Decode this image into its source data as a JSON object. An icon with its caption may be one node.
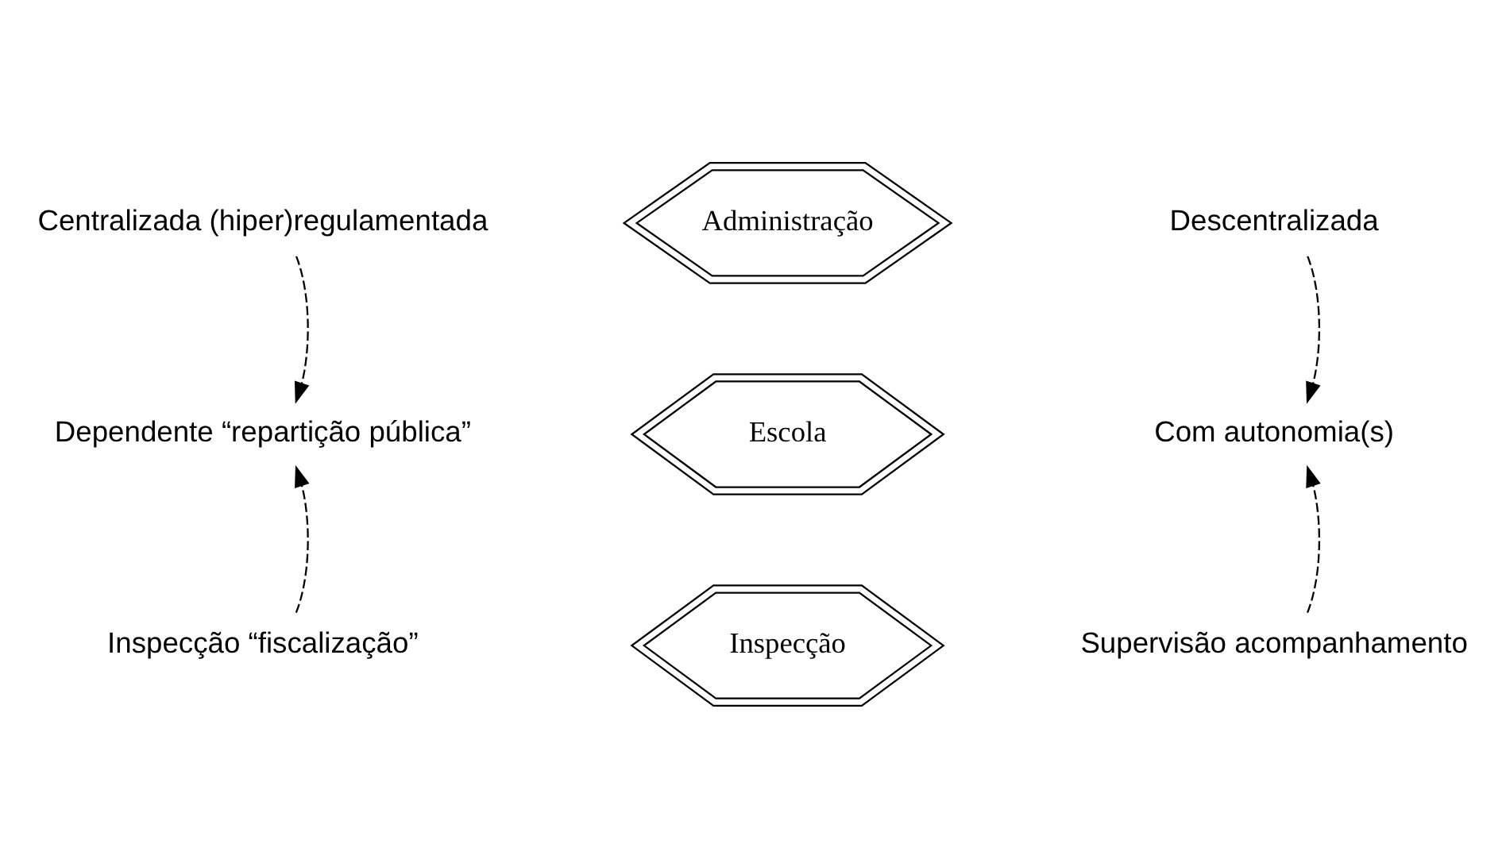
{
  "diagram": {
    "nodes": [
      {
        "text": [
          "Centralizada (hiper)regulamentada"
        ]
      },
      {
        "text": [
          "Administração"
        ]
      },
      {
        "text": [
          "Descentralizada"
        ]
      },
      {
        "text": [
          "Dependente “repartição pública”"
        ]
      },
      {
        "text": [
          "Escola"
        ]
      },
      {
        "text": [
          "Com autonomia(s)"
        ]
      },
      {
        "text": [
          "Inspecção “fiscalização”"
        ]
      },
      {
        "text": [
          "Inspecção"
        ]
      },
      {
        "text": [
          "Supervisão acompanhamento"
        ]
      }
    ],
    "edges": [
      {
        "from": 0,
        "to": 3,
        "arrow": "to",
        "style": "dashed"
      },
      {
        "from": 6,
        "to": 3,
        "arrow": "to",
        "style": "dashed"
      },
      {
        "from": 2,
        "to": 5,
        "arrow": "to",
        "style": "dashed"
      },
      {
        "from": 8,
        "to": 5,
        "arrow": "to",
        "style": "dashed"
      }
    ]
  }
}
